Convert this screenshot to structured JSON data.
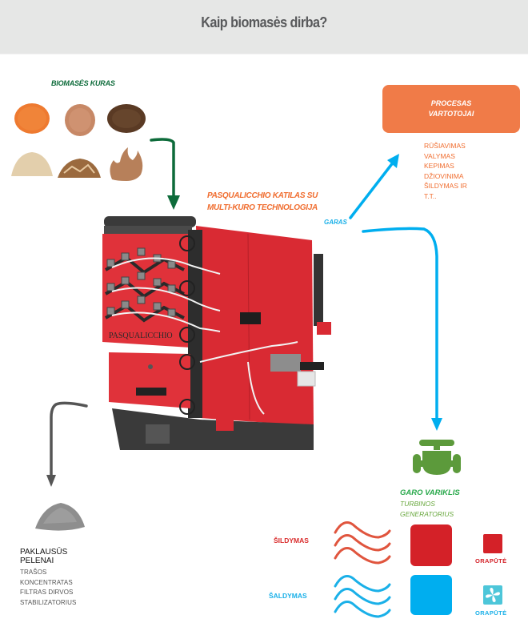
{
  "header": {
    "title": "Kaip biomasės dirba?"
  },
  "fuel": {
    "label": "BIOMASĖS KURAS",
    "items": [
      {
        "name": "orange-pellets",
        "color": "#ee7a30"
      },
      {
        "name": "sawdust",
        "color": "#c98a62"
      },
      {
        "name": "wood-chips",
        "color": "#5a3a24"
      },
      {
        "name": "sand-powder",
        "color": "#e3cfac"
      },
      {
        "name": "nut-shells",
        "color": "#9b6a3e"
      },
      {
        "name": "flame-shaped-sawdust",
        "color": "#b7805a"
      }
    ]
  },
  "boiler": {
    "label_line1": "PASQUALICCHIO  KATILAS SU",
    "label_line2": "MULTI-KURO TECHNOLOGIJA",
    "brand": "PASQUALICCHIO"
  },
  "steam": {
    "label": "GARAS"
  },
  "process": {
    "title_line1": "PROCESAS",
    "title_line2": "VARTOTOJAI",
    "items": [
      "RŪŠIAVIMAS",
      "VALYMAS",
      "KEPIMAS",
      "DŽIOVINIMA",
      "ŠILDYMAS IR",
      "T.T.."
    ]
  },
  "ash": {
    "title_line1": "PAKLAUSŪS",
    "title_line2": "PELENAI",
    "items": [
      "TRAŠOS",
      "KONCENTRATAS",
      "FILTRAS  DIRVOS",
      "STABILIZATORIUS"
    ]
  },
  "engine": {
    "title": "GARO VARIKLIS",
    "sub1": "TURBINOS",
    "sub2": "GENERATORIUS"
  },
  "outputs": {
    "heating": "ŠILDYMAS",
    "cooling": "ŠALDYMAS",
    "air_blower_1": "ORAPŪTĖ",
    "air_blower_2": "ORAPŪTĖ"
  },
  "colors": {
    "green": "#0d6b3a",
    "orange": "#f07b48",
    "blue": "#00aeef",
    "red": "#d42128",
    "boiler_red": "#e0323a",
    "gray_arrow": "#555555"
  }
}
